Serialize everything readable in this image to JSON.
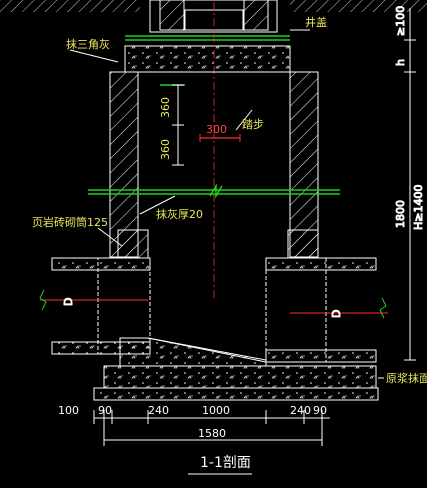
{
  "labels": {
    "cap_label": "井盖",
    "mortar_label": "抹三角灰",
    "climbing_irons_label": "踏步",
    "plaster_label": "抹灰厚20",
    "brick_wall_label": "页岩砖砌筒125",
    "base_label": "原浆抹面",
    "title": "1-1剖面"
  },
  "dims": {
    "step_upper": "360",
    "step_lower": "360",
    "step_spacing": "300",
    "height_total": "1800",
    "right_top_a": "≥100",
    "right_top_b": "h",
    "right_mid": "H≥1400",
    "b_100": "100",
    "b_90a": "90",
    "b_240a": "240",
    "b_1000": "1000",
    "b_240b": "240",
    "b_90b": "90",
    "b_total": "1580"
  },
  "pipes": {
    "left": "D",
    "right": "D"
  },
  "colors": {
    "background": "#000000",
    "structure": "#ffffff",
    "annotation": "#e8e85a",
    "leader": "#ff3030",
    "rebar": "#20d020"
  }
}
